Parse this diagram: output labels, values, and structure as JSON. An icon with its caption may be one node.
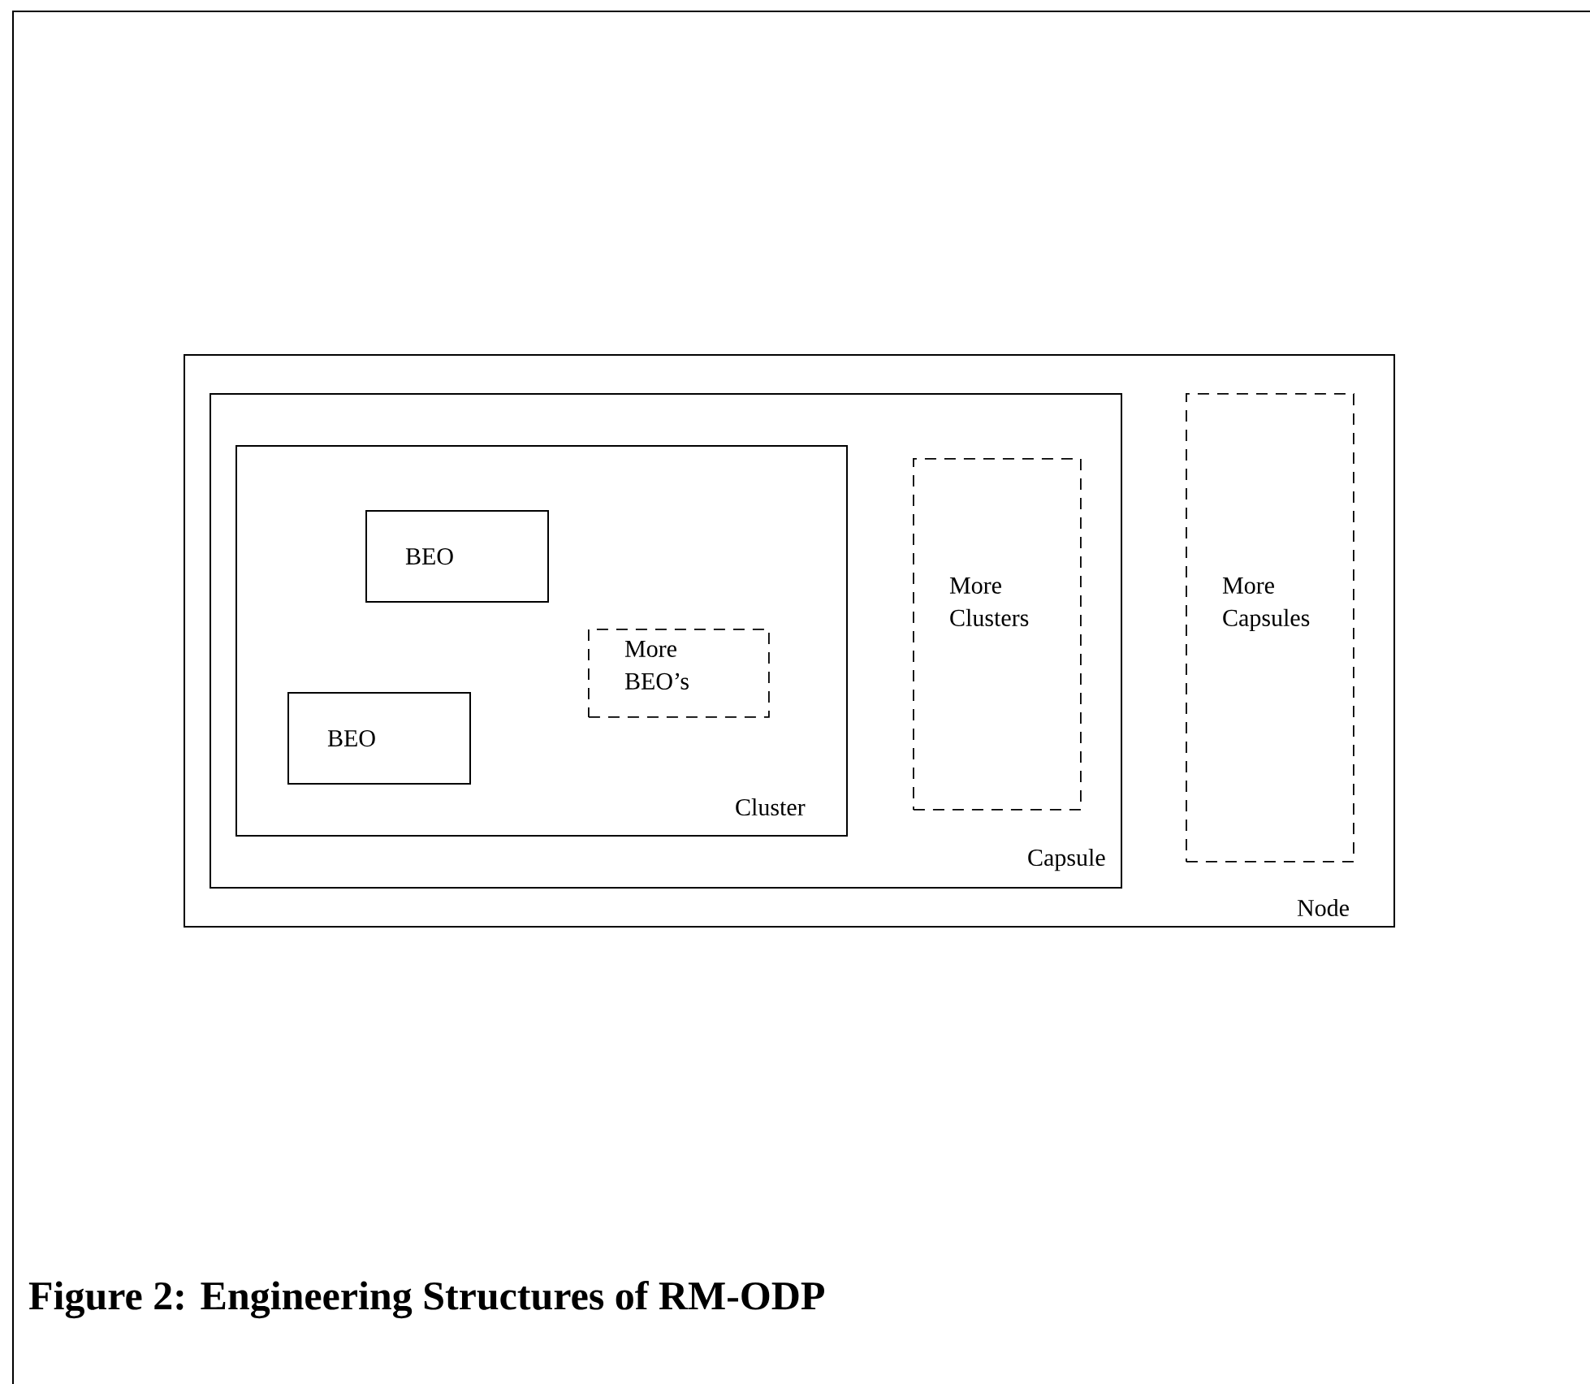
{
  "diagram": {
    "caption": "Figure 2: Engineering Structures of RM-ODP",
    "nodes": [
      {
        "text": [
          "Node"
        ]
      },
      {
        "text": [
          "Capsule"
        ],
        "in": 0
      },
      {
        "text": [
          "Cluster"
        ],
        "in": 1
      },
      {
        "text": [
          "BEO"
        ],
        "in": 2
      },
      {
        "text": [
          "More BEO’s"
        ],
        "in": 2
      },
      {
        "text": [
          "BEO"
        ],
        "in": 2
      },
      {
        "text": [
          "More Clusters"
        ],
        "in": 1
      },
      {
        "text": [
          "More Capsules"
        ],
        "in": 0
      }
    ]
  }
}
